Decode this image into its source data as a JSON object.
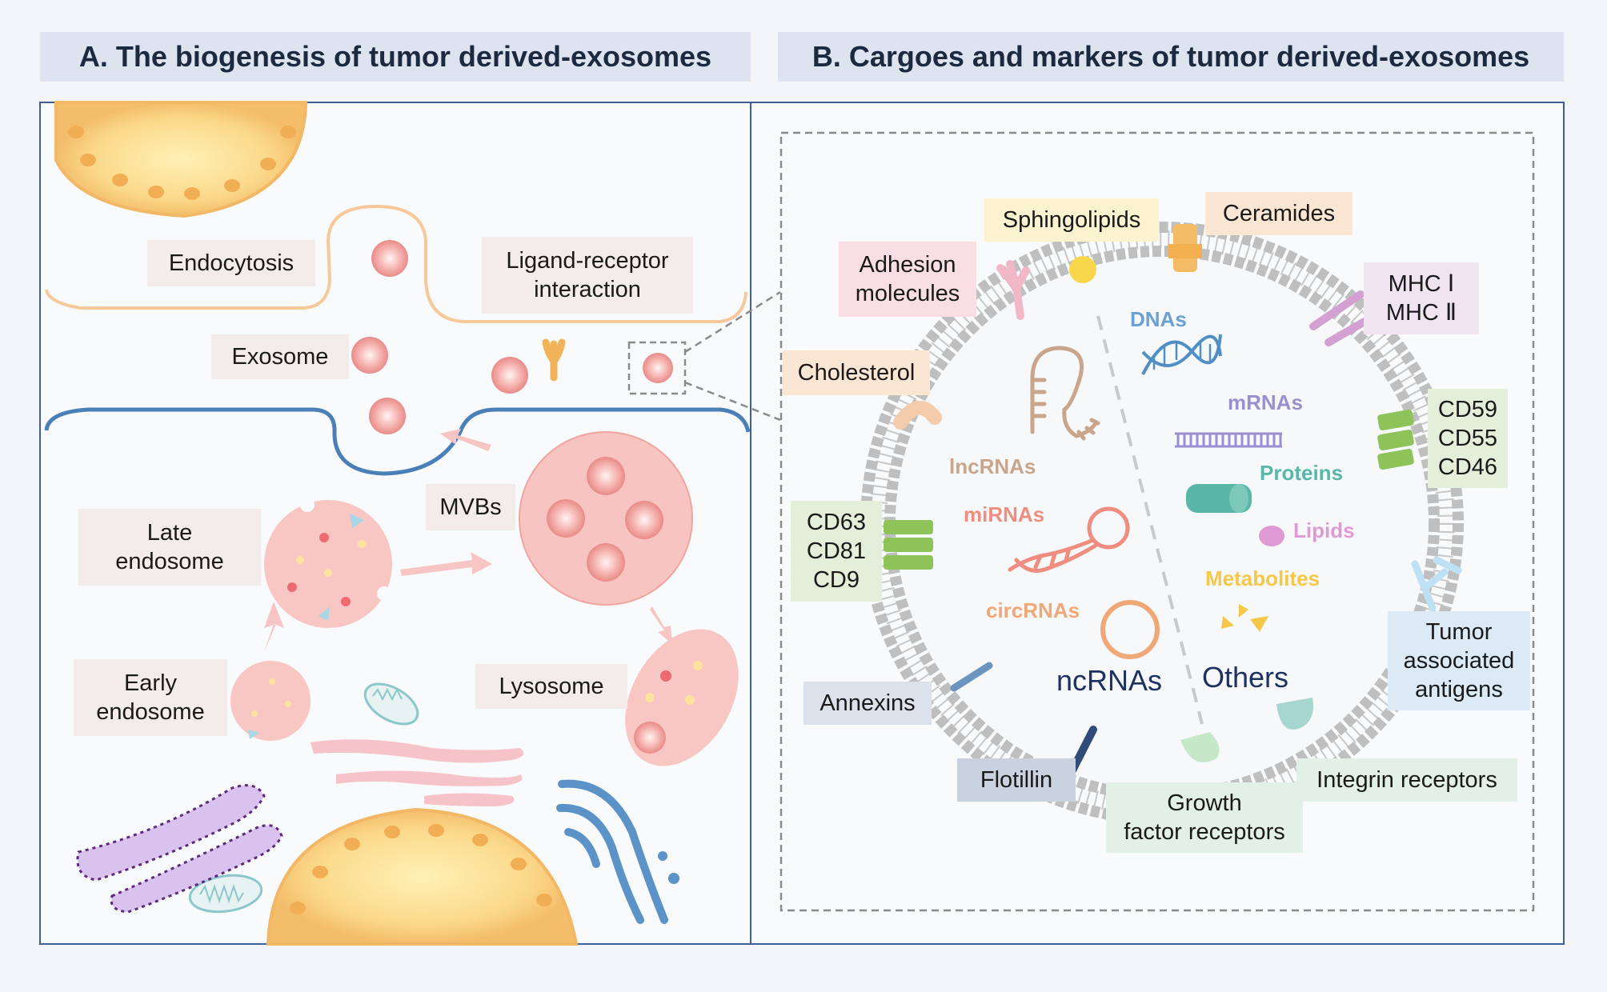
{
  "headers": {
    "panel_a": "A. The biogenesis of tumor derived-exosomes",
    "panel_b": "B. Cargoes and markers of tumor derived-exosomes"
  },
  "panel_a": {
    "endocytosis": "Endocytosis",
    "ligand_receptor": [
      "Ligand-receptor",
      "interaction"
    ],
    "exosome": "Exosome",
    "mvbs": "MVBs",
    "late_endosome": [
      "Late",
      "endosome"
    ],
    "early_endosome": [
      "Early",
      "endosome"
    ],
    "lysosome": "Lysosome"
  },
  "panel_b": {
    "markers": {
      "sphingolipids": "Sphingolipids",
      "ceramides": "Ceramides",
      "adhesion": [
        "Adhesion",
        "molecules"
      ],
      "mhc": [
        "MHC Ⅰ",
        "MHC Ⅱ"
      ],
      "cholesterol": "Cholesterol",
      "cd59_group": [
        "CD59",
        "CD55",
        "CD46"
      ],
      "cd63_group": [
        "CD63",
        "CD81",
        "CD9"
      ],
      "tumor_antigens": [
        "Tumor",
        "associated",
        "antigens"
      ],
      "annexins": "Annexins",
      "flotillin": "Flotillin",
      "growth_factor": [
        "Growth",
        "factor receptors"
      ],
      "integrin": "Integrin receptors"
    },
    "cargo": {
      "dnas": "DNAs",
      "mrnas": "mRNAs",
      "lncrnas": "lncRNAs",
      "proteins": "Proteins",
      "mirnas": "miRNAs",
      "lipids": "Lipids",
      "metabolites": "Metabolites",
      "circrnas": "circRNAs",
      "ncrnas": "ncRNAs",
      "others": "Others"
    }
  },
  "colors": {
    "membrane_orange": "#f7c99a",
    "membrane_blue": "#4a7fb8",
    "vesicle_pink": "#f3a6a6",
    "cd_green": "#8ec35a",
    "dna_blue": "#4f8fc4",
    "mrna_purple": "#9c8fd0",
    "protein_teal": "#5ab7a8",
    "lipid_pink": "#df9ad3",
    "metabolite_yellow": "#f5c84a",
    "circrna_orange": "#f0a878",
    "mirna_red": "#ef8d80",
    "lncrna_brown": "#c9a58c"
  }
}
